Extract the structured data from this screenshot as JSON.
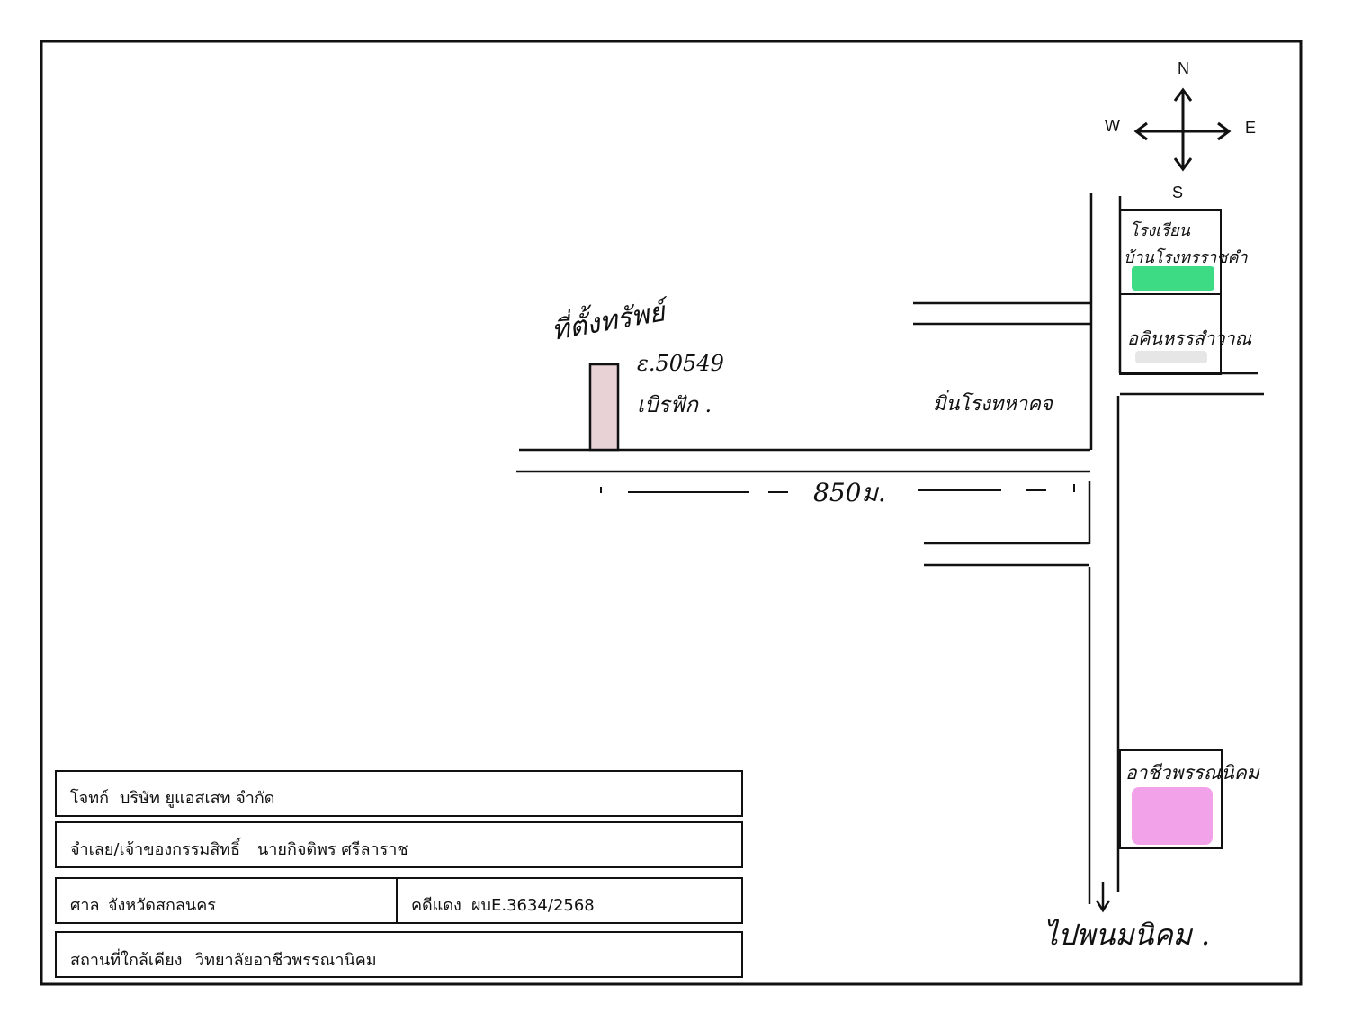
{
  "compass": {
    "north": "N",
    "south": "S",
    "east": "E",
    "west": "W"
  },
  "landmarks": {
    "property_title": "ที่ตั้งทรัพย์",
    "property_lot": "ε.50549",
    "property_note": "เบิรฟัก .",
    "distance": "850ม.",
    "road_name": "มิ่นโรงทหาคจ",
    "school": "โรงเรียน",
    "school_name": "บ้านโรงทรราชคำ",
    "temple": "อคินหรรสำวาณ",
    "college": "อาชีวพรรณนิคม",
    "direction_to": "ไปพนมนิคม ."
  },
  "info_table": {
    "plaintiff_label": "โจทก์",
    "plaintiff_value": "บริษัท ยูแอสเสท จำกัด",
    "defendant_label": "จำเลย/เจ้าของกรรมสิทธิ์",
    "defendant_value": "นายกิจติพร ศรีลาราช",
    "court_label": "ศาล",
    "court_value": "จังหวัดสกลนคร",
    "case_label": "คดีแดง",
    "case_value": "ผบE.3634/2568",
    "nearby_label": "สถานที่ใกล้เคียง",
    "nearby_value": "วิทยาลัยอาชีวพรรณานิคม"
  },
  "colors": {
    "property_fill": "#e8d2d6",
    "school_fill": "#3ddc84",
    "temple_fill": "#e6e6e6",
    "college_fill": "#f2a2e8"
  }
}
